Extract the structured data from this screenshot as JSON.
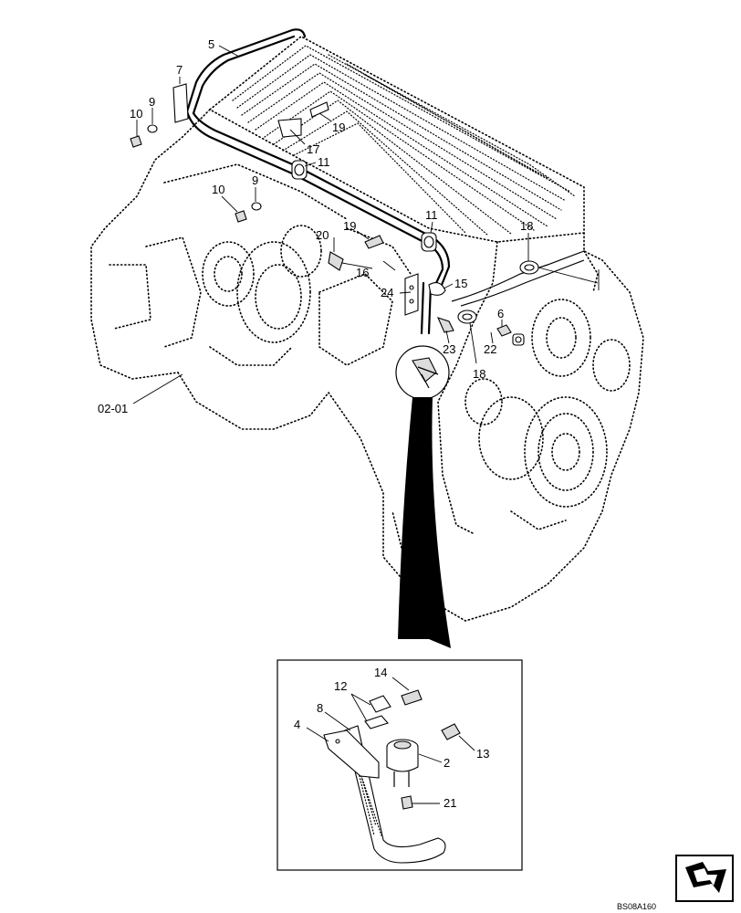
{
  "callouts": {
    "c5": "5",
    "c7": "7",
    "c9a": "9",
    "c10a": "10",
    "c19a": "19",
    "c17": "17",
    "c11a": "11",
    "c9b": "9",
    "c10b": "10",
    "c11b": "11",
    "c18a": "18",
    "c19b": "19",
    "c20": "20",
    "c16": "16",
    "c15": "15",
    "c24": "24",
    "c6": "6",
    "c23": "23",
    "c22": "22",
    "c18b": "18",
    "ref_0201": "02-01",
    "c14": "14",
    "c12": "12",
    "c8": "8",
    "c4": "4",
    "c13": "13",
    "c2": "2",
    "c21": "21"
  },
  "drawing_code": "BS08A160",
  "icons": {
    "nav": "next-page-arrow-icon"
  }
}
